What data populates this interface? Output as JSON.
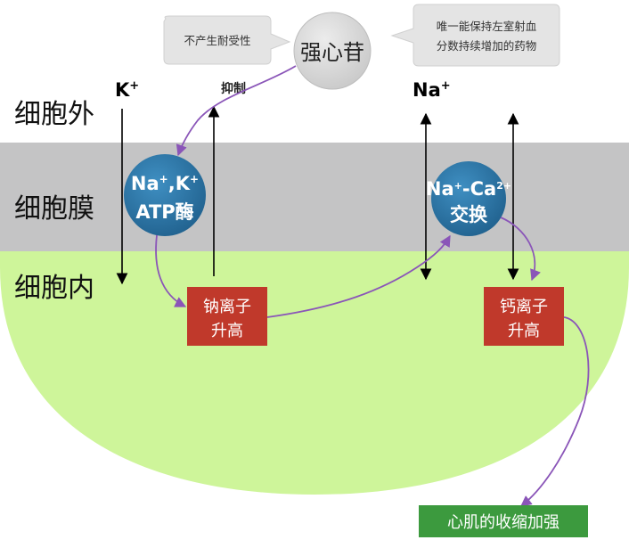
{
  "regions": {
    "outside": "细胞外",
    "membrane": "细胞膜",
    "inside": "细胞内"
  },
  "ions": {
    "k": "K",
    "k_sup": "+",
    "na": "Na",
    "na_sup": "+"
  },
  "inhibit_label": "抑制",
  "drug": {
    "label": "强心苷"
  },
  "callouts": {
    "left": "不产生耐受性",
    "right_line1": "唯一能保持左室射血",
    "right_line2": "分数持续增加的药物"
  },
  "pump": {
    "line1_a": "Na",
    "line1_sup": "+",
    "line1_b": ",K",
    "line1_sup2": "+",
    "line2": "ATP酶"
  },
  "exchanger": {
    "line1_a": "Na",
    "line1_sup": "+",
    "line1_b": "-Ca",
    "line1_sup2": "2+",
    "line2": "交换"
  },
  "na_rise": {
    "line1": "钠离子",
    "line2": "升高"
  },
  "ca_rise": {
    "line1": "钙离子",
    "line2": "升高"
  },
  "result": "心肌的收缩加强",
  "colors": {
    "membrane": "#c4c4c5",
    "cytoplasm": "#cef59a",
    "transporter": "#2e79a8",
    "ion_box": "#c0392b",
    "result_box": "#3c9a3e",
    "arrow_purple": "#8a55b8",
    "drug_circle": "#d5d5d5"
  }
}
